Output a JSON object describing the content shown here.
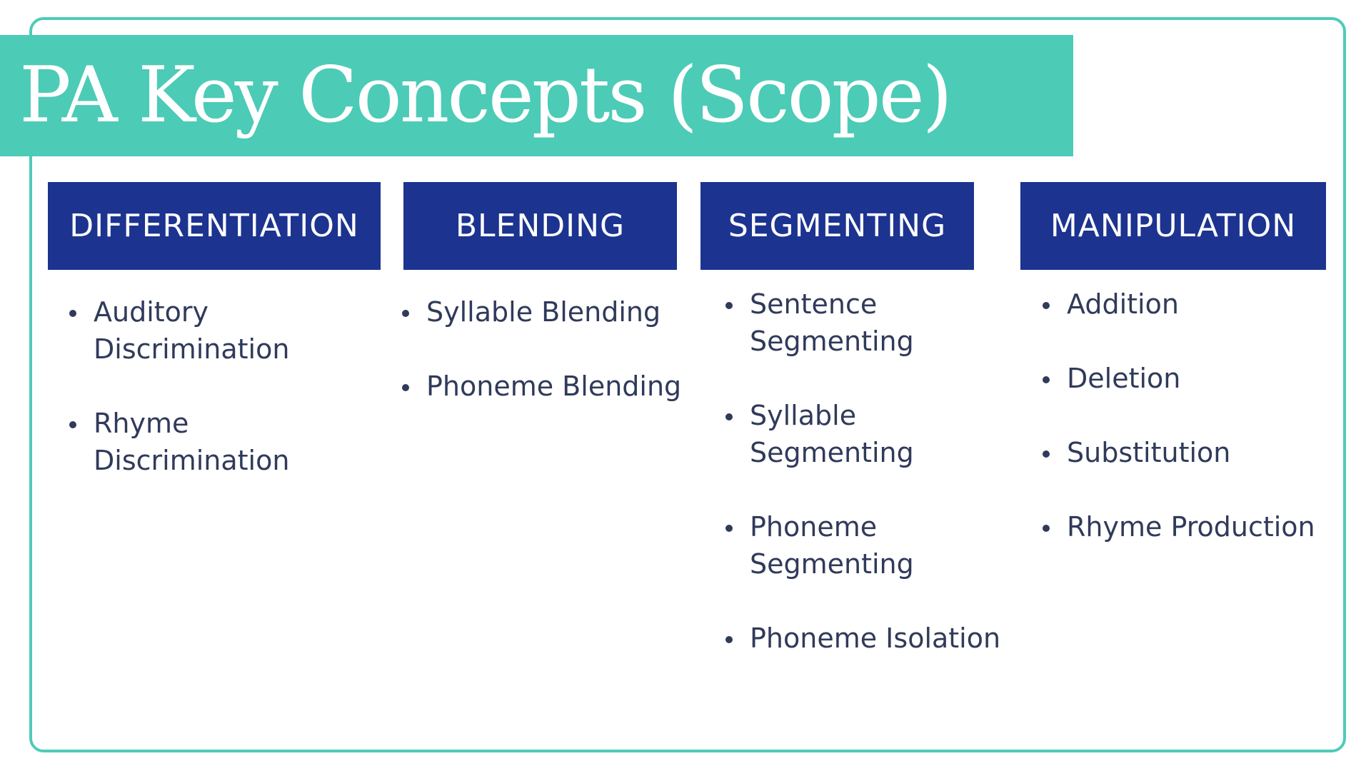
{
  "title": "PA Key Concepts (Scope)",
  "colors": {
    "accent_teal": "#4ccbb7",
    "header_navy": "#1c3390",
    "body_text": "#303a5a",
    "background": "#ffffff"
  },
  "columns": [
    {
      "heading": "DIFFERENTIATION",
      "items": [
        "Auditory Discrimination",
        "Rhyme Discrimination"
      ]
    },
    {
      "heading": "BLENDING",
      "items": [
        "Syllable Blending",
        "Phoneme Blending"
      ]
    },
    {
      "heading": "SEGMENTING",
      "items": [
        "Sentence Segmenting",
        "Syllable Segmenting",
        "Phoneme Segmenting",
        "Phoneme Isolation"
      ]
    },
    {
      "heading": "MANIPULATION",
      "items": [
        "Addition",
        "Deletion",
        "Substitution",
        "Rhyme Production"
      ]
    }
  ]
}
